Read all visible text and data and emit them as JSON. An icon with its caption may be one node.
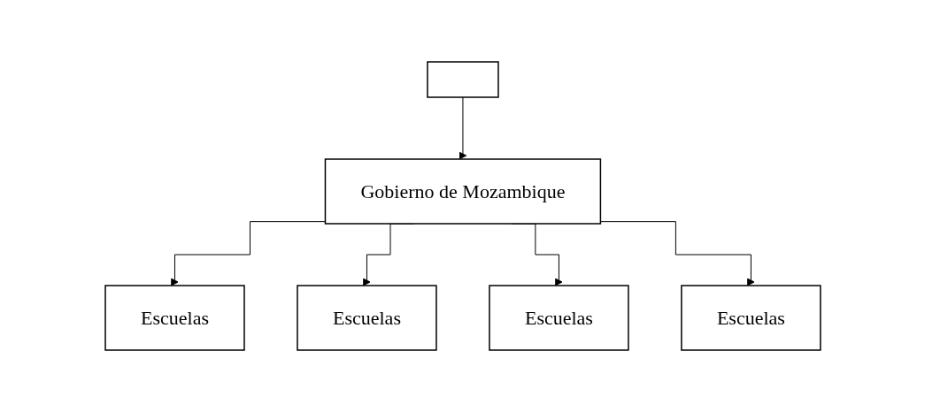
{
  "diagram": {
    "nodes": [
      {
        "text": [],
        "shape": "box"
      },
      {
        "text": [
          "Gobierno de Mozambique"
        ]
      },
      {
        "text": [
          "Escuelas"
        ]
      },
      {
        "text": [
          "Escuelas"
        ]
      },
      {
        "text": [
          "Escuelas"
        ]
      },
      {
        "text": [
          "Escuelas"
        ]
      }
    ],
    "edges": [
      {
        "from": 0,
        "to": 1,
        "arrow": "to"
      },
      {
        "from": 1,
        "to": 2,
        "arrow": "to"
      },
      {
        "from": 1,
        "to": 3,
        "arrow": "to"
      },
      {
        "from": 1,
        "to": 4,
        "arrow": "to"
      },
      {
        "from": 1,
        "to": 5,
        "arrow": "to"
      }
    ]
  }
}
